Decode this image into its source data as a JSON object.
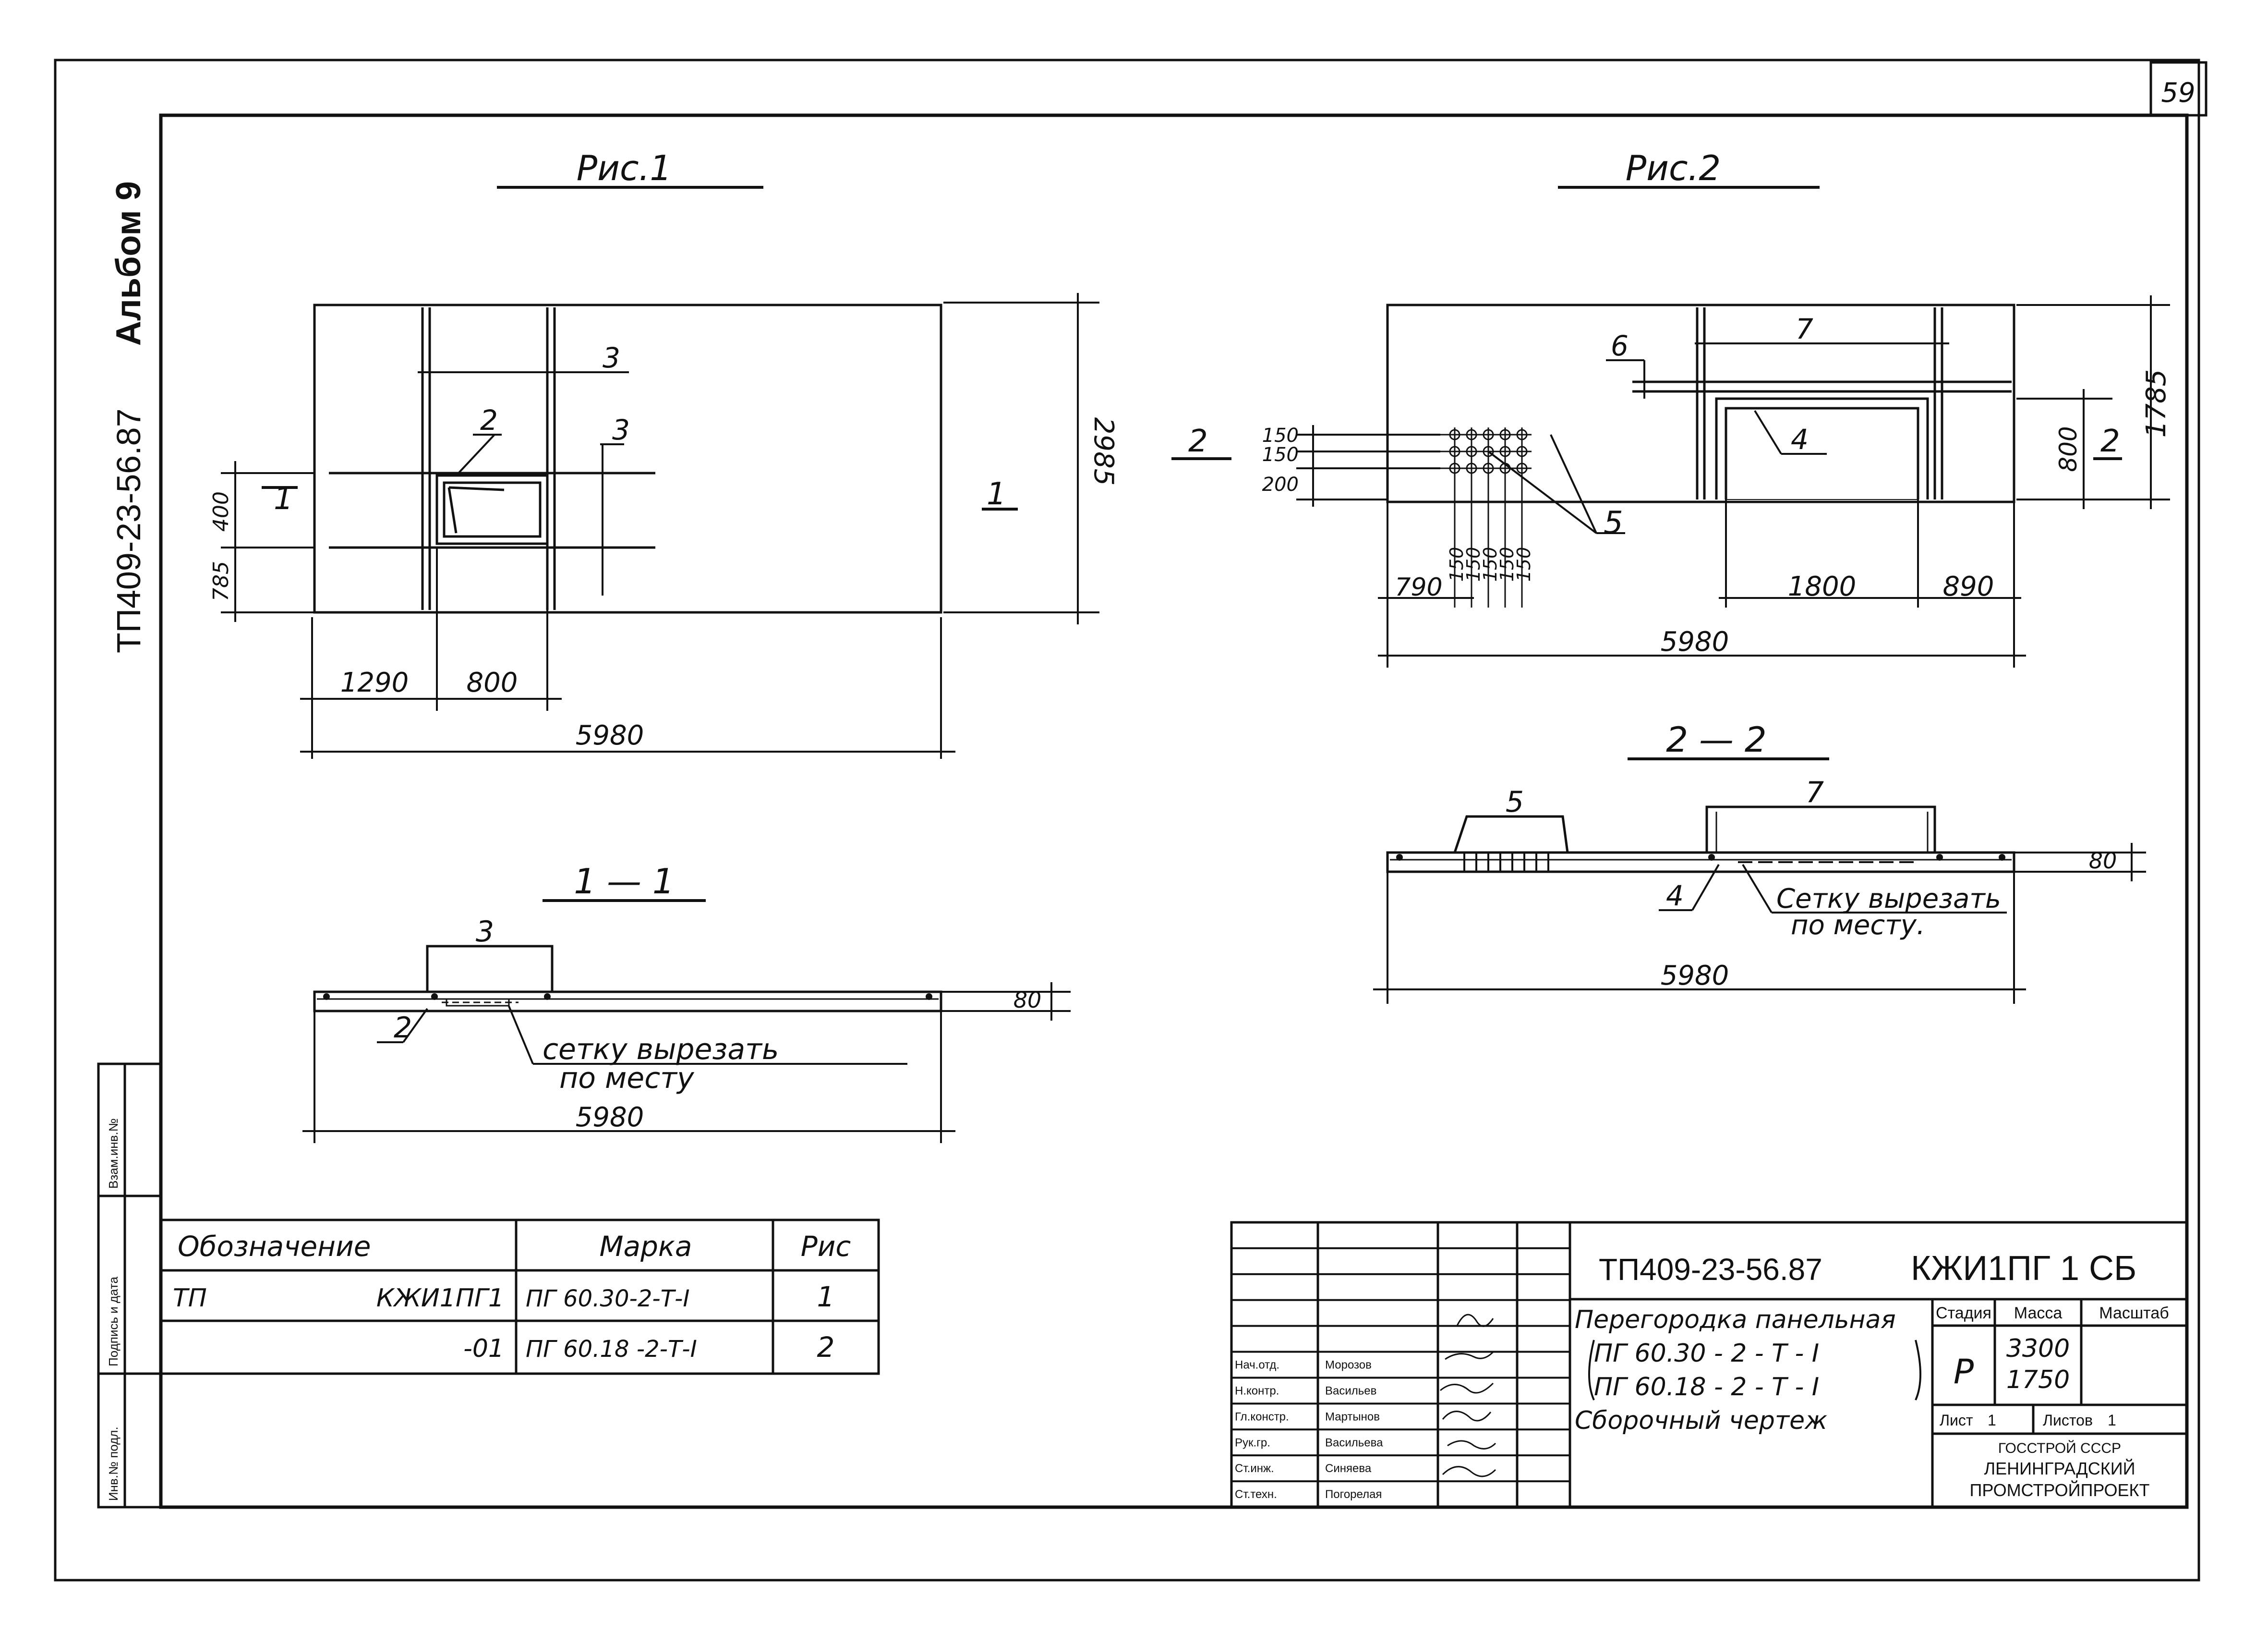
{
  "sheet_number": "59",
  "side_label": {
    "code": "ТП409-23-56.87",
    "album": "Альбом 9"
  },
  "fig1": {
    "title": "Рис.1",
    "callout_1": "1",
    "callout_1b": "1",
    "callout_2": "2",
    "callout_3a": "3",
    "callout_3b": "3",
    "dim_height": "2985",
    "dim_400": "400",
    "dim_785": "785",
    "dim_1290": "1290",
    "dim_800": "800",
    "dim_total": "5980"
  },
  "fig2": {
    "title": "Рис.2",
    "callout_2": "2",
    "callout_2b": "2",
    "callout_4": "4",
    "callout_5": "5",
    "callout_6": "6",
    "callout_7": "7",
    "dim_150a": "150",
    "dim_150b": "150",
    "dim_200": "200",
    "dim_790": "790",
    "dims_150": [
      "150",
      "150",
      "150",
      "150",
      "150"
    ],
    "dim_1800": "1800",
    "dim_890": "890",
    "dim_800": "800",
    "dim_1785": "1785",
    "dim_total": "5980"
  },
  "section_1_1": {
    "title": "1 — 1",
    "callout_3": "3",
    "callout_2": "2",
    "dim_80": "80",
    "note_line1": "сетку вырезать",
    "note_line2": "по месту",
    "dim_total": "5980"
  },
  "section_2_2": {
    "title": "2 — 2",
    "callout_5": "5",
    "callout_7": "7",
    "callout_4": "4",
    "dim_80": "80",
    "note_line1": "Сетку вырезать",
    "note_line2": "по месту.",
    "dim_total": "5980"
  },
  "spec_table": {
    "headers": [
      "Обозначение",
      "Марка",
      "Рис"
    ],
    "rows": [
      {
        "prefix": "ТП",
        "code": "КЖИ1ПГ1",
        "mark": "ПГ 60.30-2-Т-I",
        "fig": "1"
      },
      {
        "prefix": "",
        "code": "-01",
        "mark": "ПГ 60.18 -2-Т-I",
        "fig": "2"
      }
    ]
  },
  "side_stamp": [
    "Инв.№ подл.",
    "Подпись и дата",
    "Взам.инв.№"
  ],
  "title_block": {
    "doc_code": "ТП409-23-56.87",
    "doc_mark": "КЖИ1ПГ 1 СБ",
    "name_line1": "Перегородка панельная",
    "name_line2": "ПГ 60.30 - 2 - Т - I",
    "name_line3": "ПГ 60.18 - 2 - Т - I",
    "name_line4": "Сборочный чертеж",
    "stage_header": "Стадия",
    "mass_header": "Масса",
    "scale_header": "Масштаб",
    "stage": "Р",
    "mass_1": "3300",
    "mass_2": "1750",
    "sheet_label": "Лист",
    "sheet_value": "1",
    "sheets_label": "Листов",
    "sheets_value": "1",
    "org_line1": "ГОССТРОЙ СССР",
    "org_line2": "ЛЕНИНГРАДСКИЙ",
    "org_line3": "ПРОМСТРОЙПРОЕКТ",
    "staff": [
      {
        "role": "Нач.отд.",
        "name": "Морозов"
      },
      {
        "role": "Н.контр.",
        "name": "Васильев"
      },
      {
        "role": "Гл.констр.",
        "name": "Мартынов"
      },
      {
        "role": "Рук.гр.",
        "name": "Васильева"
      },
      {
        "role": "Ст.инж.",
        "name": "Синяева"
      },
      {
        "role": "Ст.техн.",
        "name": "Погорелая"
      }
    ]
  }
}
